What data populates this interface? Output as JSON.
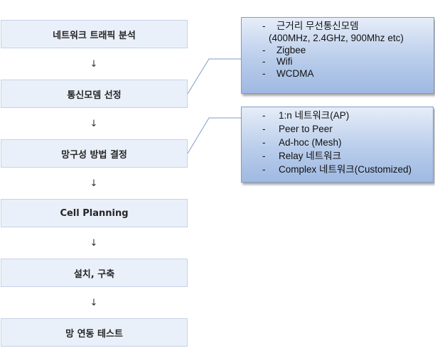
{
  "steps": [
    "네트워크 트래픽 분석",
    "통신모뎀 선정",
    "망구성 방법 결정",
    "Cell Planning",
    "설치, 구축",
    "망 연동 테스트"
  ],
  "arrow_glyph": "↓",
  "callout_modem": {
    "items": [
      {
        "bullet": "-",
        "text": "근거리 무선통신모뎀"
      },
      {
        "bullet": "",
        "text": "(400MHz, 2.4GHz, 900Mhz etc)"
      },
      {
        "bullet": "-",
        "text": "Zigbee"
      },
      {
        "bullet": "-",
        "text": "Wifi"
      },
      {
        "bullet": "-",
        "text": "WCDMA"
      }
    ]
  },
  "callout_network": {
    "items": [
      {
        "bullet": "-",
        "text": "1:n 네트워크(AP)"
      },
      {
        "bullet": "-",
        "text": "Peer to Peer"
      },
      {
        "bullet": "-",
        "text": "Ad-hoc (Mesh)"
      },
      {
        "bullet": "-",
        "text": "Relay 네트워크"
      },
      {
        "bullet": "-",
        "text": "Complex 네트워크(Customized)"
      }
    ]
  },
  "colors": {
    "step_fill": "#eaf0f9",
    "step_border": "#c5d2e6",
    "callout_top": "#e6edf8",
    "callout_bottom": "#9fb9e2",
    "callout_border": "#7f9cc8",
    "connector": "#7f9cc8"
  }
}
